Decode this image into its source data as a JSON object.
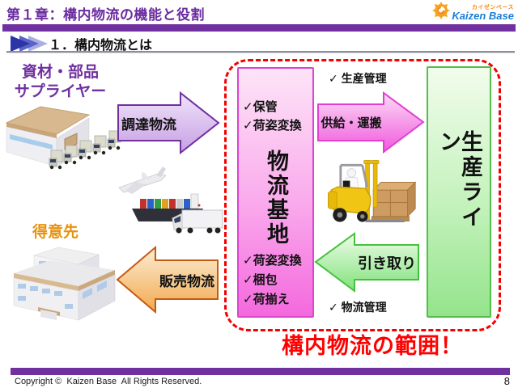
{
  "header": {
    "chapter_title": "第１章：構内物流の機能と役割",
    "section_title": "１．構内物流とは",
    "logo_text": "Kaizen Base",
    "logo_small_text": "カイゼンベース"
  },
  "diagram": {
    "supplier_label_line1": "資材・部品",
    "supplier_label_line2": "サプライヤー",
    "customer_label": "得意先",
    "arrows": {
      "procurement": "調達物流",
      "sales": "販売物流",
      "supply": "供給・運搬",
      "pickup": "引き取り"
    },
    "notes": {
      "production": "✓ 生産管理",
      "logistics": "✓ 物流管理"
    },
    "logistics_base": {
      "top_items": [
        "✓保管",
        "✓荷姿変換"
      ],
      "title": "物流基地",
      "bottom_items": [
        "✓荷姿変換",
        "✓梱包",
        "✓荷揃え"
      ]
    },
    "production_line_label": "生産ライン",
    "scope_label": "構内物流の範囲！"
  },
  "footer": {
    "copyright": "Copyright ©  Kaizen Base  All Rights Reserved.",
    "page_number": "8"
  },
  "icons": {
    "logo": "kaizen-gear-icon",
    "section_marker": "triple-chevron-right-icon",
    "checkmark_glyph": "✓"
  },
  "illustrations": {
    "supplier": "warehouse-with-trucks",
    "transport": "airplane-cargo-ship-truck",
    "customer": "office-building",
    "center": "forklift-with-pallet"
  },
  "colors": {
    "accent_purple": "#7030A0",
    "title_text": "#6B2CA0",
    "supplier_text": "#7030A0",
    "customer_text": "#E8920C",
    "scope_text": "#FF0000",
    "dashed_border": "#F40000",
    "base_box_border": "#DC46CE",
    "base_box_fill": "#F469DE",
    "production_box_border": "#53BE4B",
    "production_box_fill": "#94E48C",
    "procurement_arrow": "#C79FE4",
    "sales_arrow": "#F2A94E",
    "supply_arrow": "#F158DE",
    "pickup_arrow": "#7FE27A",
    "logo_blue": "#1B7FD4",
    "logo_orange": "#F08A1C"
  }
}
